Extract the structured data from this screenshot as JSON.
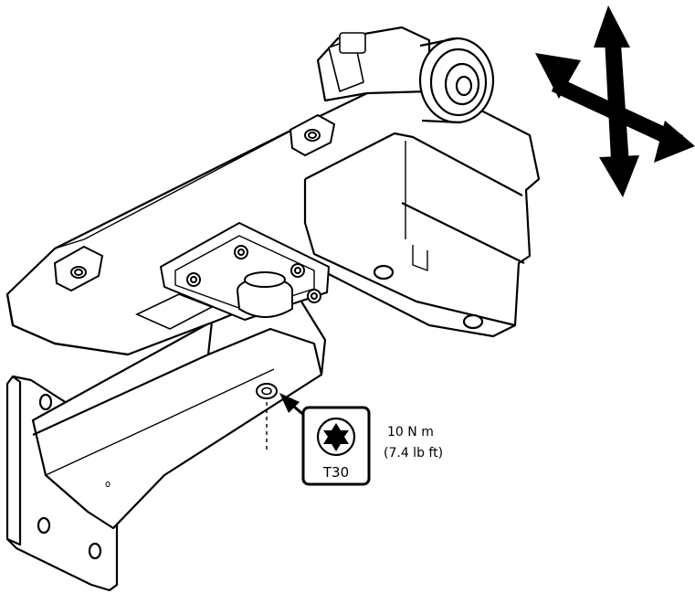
{
  "callout": {
    "torque_nm": "10 N m",
    "torque_lbft": "(7.4 lb ft)",
    "tool_label": "T30"
  },
  "icons": {
    "movement": "four-way-arrows-icon",
    "torx_bit": "torx-bit-icon",
    "screw": "screw-icon"
  },
  "colors": {
    "line": "#000000",
    "fill": "#ffffff",
    "shade": "#f2f2f2"
  }
}
